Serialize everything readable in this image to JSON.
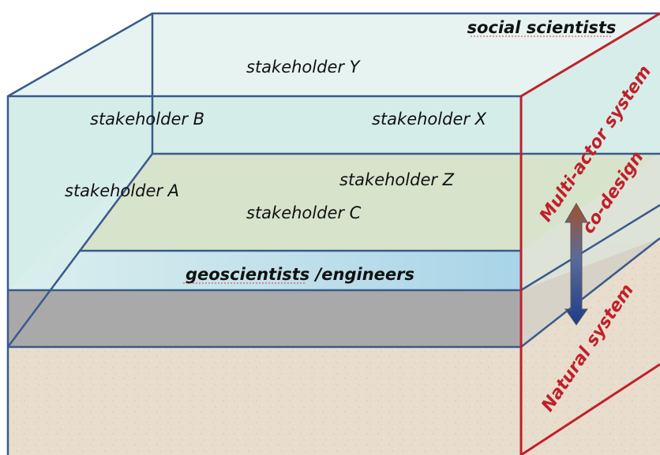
{
  "labels": {
    "social_scientists": "social scientists",
    "geoscientists": "geoscientists /engineers",
    "multi_actor": "Multi-actor system",
    "natural_system": "Natural system",
    "codesign": "co-design"
  },
  "stakeholders": [
    "stakeholder Y",
    "stakeholder B",
    "stakeholder X",
    "stakeholder A",
    "stakeholder Z",
    "stakeholder C"
  ],
  "colors": {
    "sky": "#d8efee",
    "plane": "#d9e4cf",
    "band": "#bfe0ee",
    "grey": "#a9a9a9",
    "ground": "#e8ddcc",
    "red": "#c0202a",
    "blue_edge": "#3a5a8c",
    "arrow_top": "#8b4a3a",
    "arrow_bottom": "#27408b"
  }
}
